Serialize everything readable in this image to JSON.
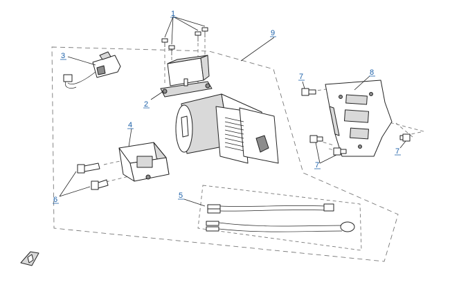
{
  "callouts": [
    {
      "id": "c1",
      "label": "1"
    },
    {
      "id": "c2",
      "label": "2"
    },
    {
      "id": "c3",
      "label": "3"
    },
    {
      "id": "c4",
      "label": "4"
    },
    {
      "id": "c5",
      "label": "5"
    },
    {
      "id": "c6",
      "label": "6"
    },
    {
      "id": "c7a",
      "label": "7"
    },
    {
      "id": "c7b",
      "label": "7"
    },
    {
      "id": "c7c",
      "label": "7"
    },
    {
      "id": "c8",
      "label": "8"
    },
    {
      "id": "c9",
      "label": "9"
    }
  ],
  "colors": {
    "callout": "#1a5fa8",
    "line": "#222222",
    "dashed": "#777777",
    "shade": "#d9d9d9"
  },
  "icons": {
    "orientation": "direction-arrow-icon"
  }
}
